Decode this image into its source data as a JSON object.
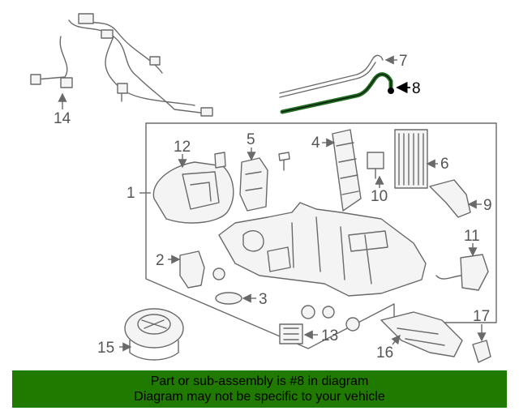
{
  "diagram": {
    "callouts": [
      "1",
      "2",
      "3",
      "4",
      "5",
      "6",
      "7",
      "8",
      "9",
      "10",
      "11",
      "12",
      "13",
      "14",
      "15",
      "16",
      "17"
    ],
    "highlighted_part": "8",
    "highlight_color": "#1f6b1f"
  },
  "banner": {
    "line1": "Part or sub-assembly is #8 in diagram",
    "line2": "Diagram may not be specific to your vehicle",
    "background": "#217a00"
  }
}
